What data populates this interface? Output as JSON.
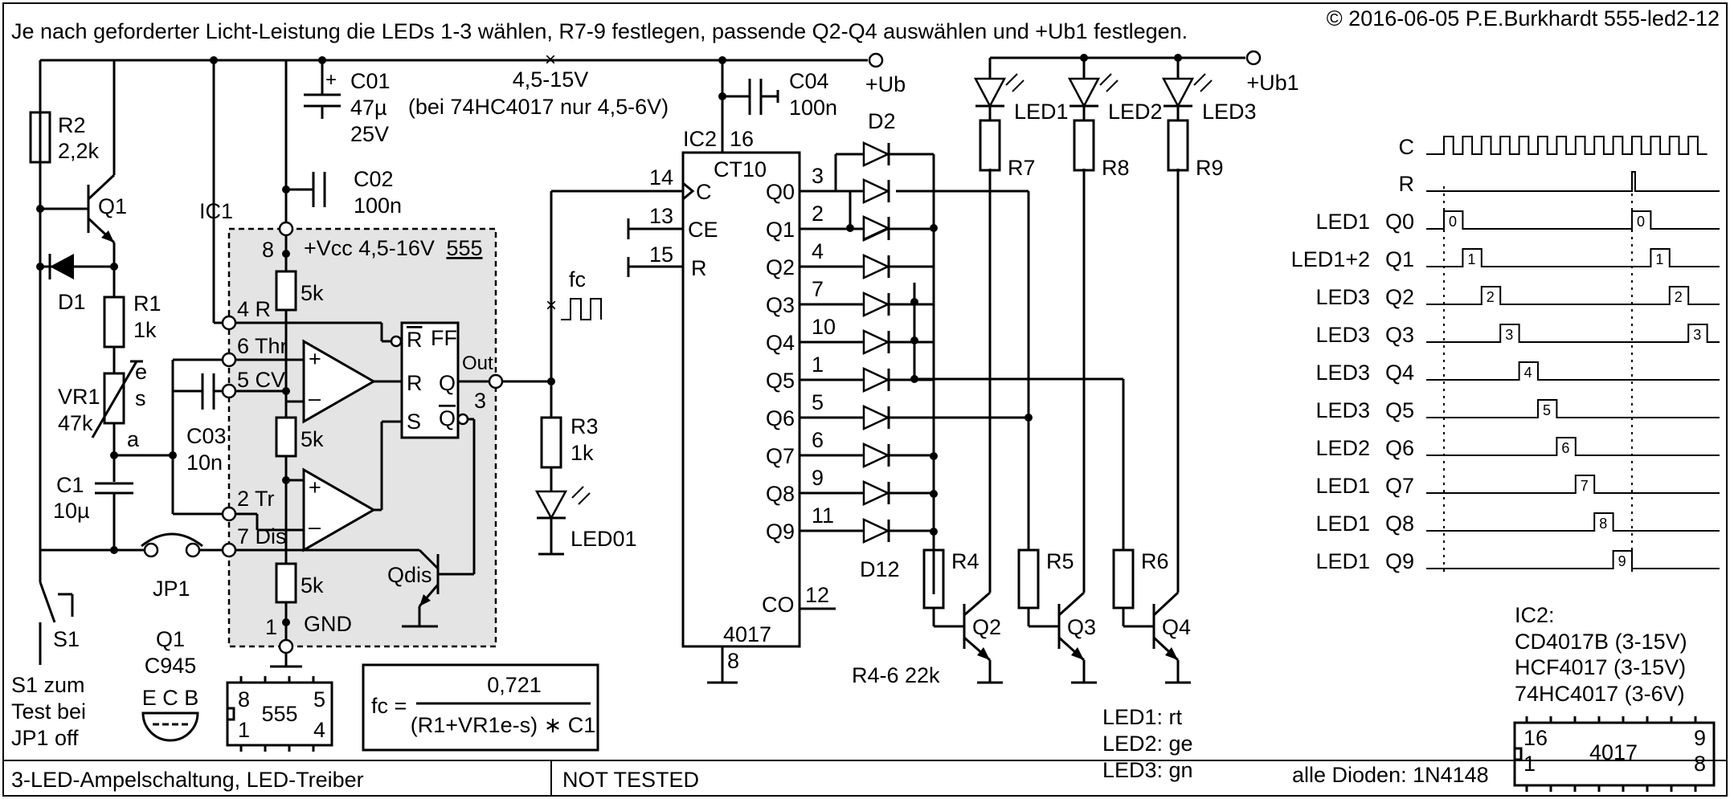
{
  "header": {
    "instruction": "Je nach geforderter Licht-Leistung die LEDs 1-3 wählen, R7-9 festlegen,  passende Q2-Q4 auswählen und +Ub1 festlegen.",
    "copyright": "© 2016-06-05 P.E.Burkhardt 555-led2-12"
  },
  "footer": {
    "title": "3-LED-Ampelschaltung, LED-Treiber",
    "status": "NOT TESTED",
    "diodes_note": "alle Dioden: 1N4148"
  },
  "supply": {
    "range": "4,5-15V",
    "note": "(bei 74HC4017 nur 4,5-6V)",
    "ub": "+Ub",
    "ub1": "+Ub1"
  },
  "components": {
    "R2": {
      "name": "R2",
      "value": "2,2k"
    },
    "Q1": {
      "name": "Q1"
    },
    "D1": {
      "name": "D1"
    },
    "R1": {
      "name": "R1",
      "value": "1k"
    },
    "VR1": {
      "name": "VR1",
      "value": "47k",
      "pin_e": "e",
      "pin_s": "s",
      "pin_a": "a"
    },
    "C1": {
      "name": "C1",
      "value": "10µ"
    },
    "C01": {
      "name": "C01",
      "value": "47µ",
      "voltage": "25V"
    },
    "C02": {
      "name": "C02",
      "value": "100n"
    },
    "C03": {
      "name": "C03",
      "value": "10n"
    },
    "C04": {
      "name": "C04",
      "value": "100n"
    },
    "R3": {
      "name": "R3",
      "value": "1k"
    },
    "LED01": {
      "name": "LED01"
    },
    "JP1": {
      "name": "JP1"
    },
    "S1": {
      "name": "S1",
      "note": [
        "S1 zum",
        "Test bei",
        "JP1 off"
      ]
    },
    "IC1": {
      "name": "IC1"
    },
    "IC2": {
      "name": "IC2",
      "type": "CT10",
      "part": "4017"
    },
    "D2": {
      "name": "D2"
    },
    "D12": {
      "name": "D12"
    },
    "R4": {
      "name": "R4"
    },
    "R5": {
      "name": "R5"
    },
    "R6": {
      "name": "R6"
    },
    "R4_6": {
      "label": "R4-6  22k"
    },
    "R7": {
      "name": "R7"
    },
    "R8": {
      "name": "R8"
    },
    "R9": {
      "name": "R9"
    },
    "Q2": {
      "name": "Q2"
    },
    "Q3": {
      "name": "Q3"
    },
    "Q4": {
      "name": "Q4"
    },
    "LED1": {
      "name": "LED1"
    },
    "LED2": {
      "name": "LED2"
    },
    "LED3": {
      "name": "LED3"
    },
    "Qdis": {
      "name": "Qdis"
    }
  },
  "ic555": {
    "title": "555",
    "vcc": "+Vcc  4,5-16V",
    "pins": [
      {
        "num": "8",
        "label": ""
      },
      {
        "num": "",
        "label": "4 R"
      },
      {
        "num": "",
        "label": "6 Thr"
      },
      {
        "num": "",
        "label": "5 CV"
      },
      {
        "num": "",
        "label": "2 Tr"
      },
      {
        "num": "",
        "label": "7 Dis"
      },
      {
        "num": "1",
        "label": "GND"
      }
    ],
    "res": "5k",
    "ff": "FF",
    "ff_r": "R",
    "ff_rbar": "R",
    "ff_s": "S",
    "ff_q": "Q",
    "ff_qbar": "Q",
    "out": "Out",
    "out_pin": "3"
  },
  "ic4017": {
    "pin14": "14",
    "pin13": "13",
    "pin15": "15",
    "pin16": "16",
    "pin8": "8",
    "pin12": "12",
    "c": "C",
    "ce": "CE",
    "r": "R",
    "co": "CO",
    "outputs": [
      {
        "name": "Q0",
        "pin": "3"
      },
      {
        "name": "Q1",
        "pin": "2"
      },
      {
        "name": "Q2",
        "pin": "4"
      },
      {
        "name": "Q3",
        "pin": "7"
      },
      {
        "name": "Q4",
        "pin": "10"
      },
      {
        "name": "Q5",
        "pin": "1"
      },
      {
        "name": "Q6",
        "pin": "5"
      },
      {
        "name": "Q7",
        "pin": "6"
      },
      {
        "name": "Q8",
        "pin": "9"
      },
      {
        "name": "Q9",
        "pin": "11"
      }
    ]
  },
  "signals": {
    "fc": "fc"
  },
  "formula": {
    "lhs": "fc =",
    "numerator": "0,721",
    "denominator": "(R1+VR1e-s) ∗ C1"
  },
  "pinouts": {
    "q1_label": "Q1",
    "q1_type": "C945",
    "q1_pins": "E C B",
    "ic555": {
      "name": "555",
      "tl": "8",
      "tr": "5",
      "bl": "1",
      "br": "4"
    },
    "ic4017": {
      "name": "4017",
      "tl": "16",
      "tr": "9",
      "bl": "1",
      "br": "8"
    }
  },
  "ic2_variants": [
    "IC2:",
    "CD4017B (3-15V)",
    "HCF4017 (3-15V)",
    "74HC4017 (3-6V)"
  ],
  "led_colors": [
    "LED1: rt",
    "LED2: ge",
    "LED3: gn"
  ],
  "timing": {
    "clock": "C",
    "reset": "R",
    "rows": [
      {
        "led": "LED1",
        "q": "Q0",
        "n": "0"
      },
      {
        "led": "LED1+2",
        "q": "Q1",
        "n": "1"
      },
      {
        "led": "LED3",
        "q": "Q2",
        "n": "2"
      },
      {
        "led": "LED3",
        "q": "Q3",
        "n": "3"
      },
      {
        "led": "LED3",
        "q": "Q4",
        "n": "4"
      },
      {
        "led": "LED3",
        "q": "Q5",
        "n": "5"
      },
      {
        "led": "LED2",
        "q": "Q6",
        "n": "6"
      },
      {
        "led": "LED1",
        "q": "Q7",
        "n": "7"
      },
      {
        "led": "LED1",
        "q": "Q8",
        "n": "8"
      },
      {
        "led": "LED1",
        "q": "Q9",
        "n": "9"
      }
    ]
  }
}
